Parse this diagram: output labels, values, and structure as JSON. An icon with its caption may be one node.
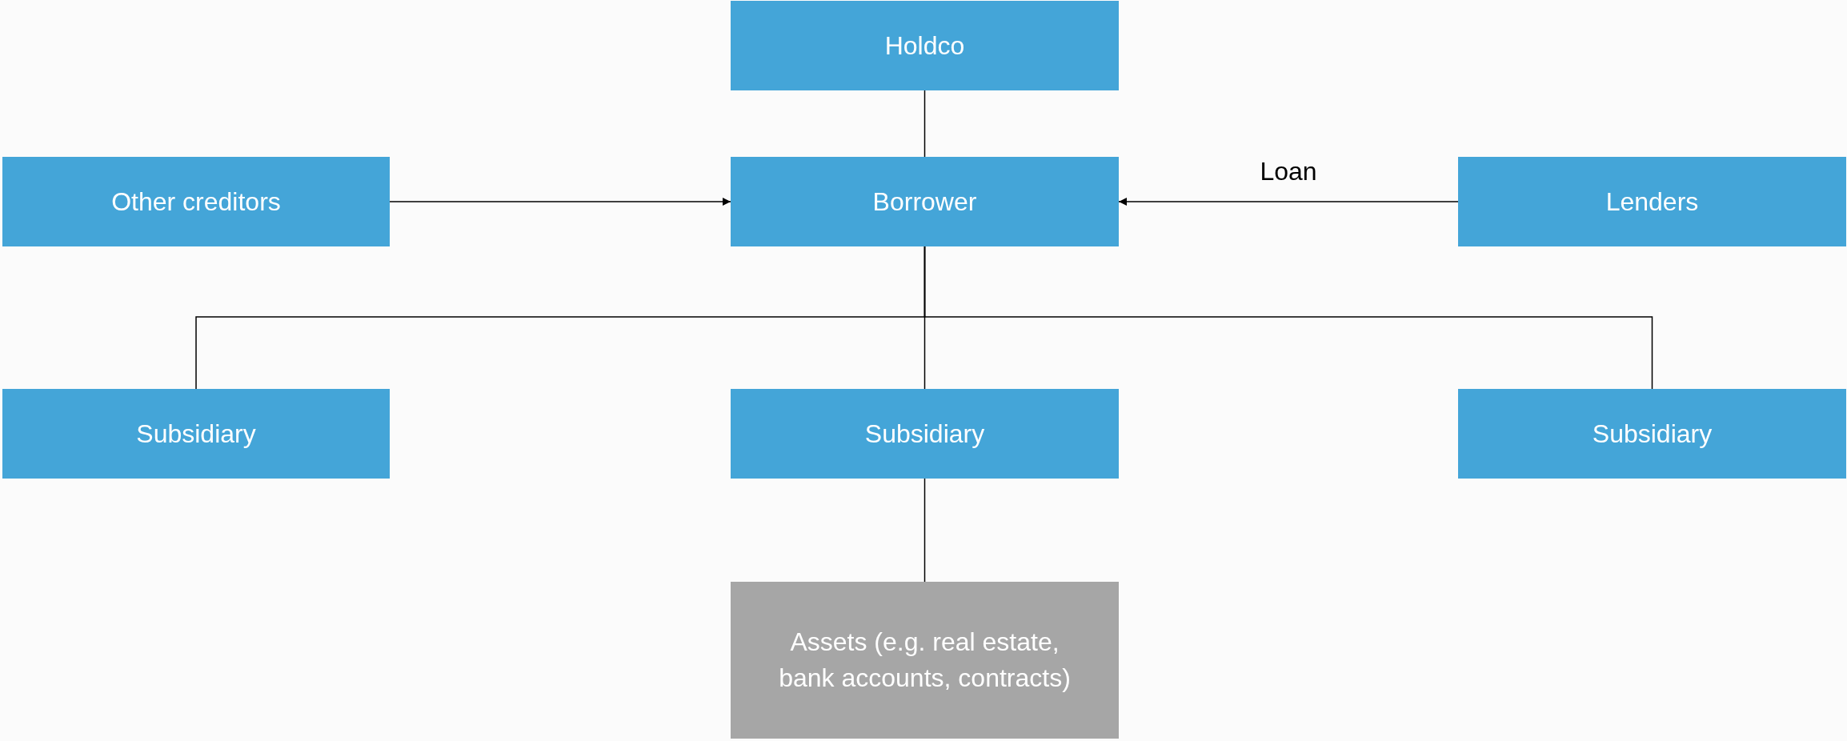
{
  "diagram": {
    "nodes": [
      {
        "text": [
          "Holdco"
        ]
      },
      {
        "text": [
          "Other creditors"
        ]
      },
      {
        "text": [
          "Borrower"
        ]
      },
      {
        "text": [
          "Lenders"
        ]
      },
      {
        "text": [
          "Subsidiary"
        ]
      },
      {
        "text": [
          "Subsidiary"
        ]
      },
      {
        "text": [
          "Subsidiary"
        ]
      },
      {
        "text": [
          "Assets (e.g. real estate, bank accounts, contracts)"
        ]
      }
    ],
    "edges": [
      {
        "from": 0,
        "to": 2,
        "arrow": "none"
      },
      {
        "from": 1,
        "to": 2,
        "arrow": "to"
      },
      {
        "from": 3,
        "to": 2,
        "arrow": "to",
        "label": "Loan"
      },
      {
        "from": 2,
        "to": 4,
        "arrow": "none"
      },
      {
        "from": 2,
        "to": 5,
        "arrow": "none"
      },
      {
        "from": 2,
        "to": 6,
        "arrow": "none"
      },
      {
        "from": 5,
        "to": 7,
        "arrow": "none"
      }
    ]
  }
}
